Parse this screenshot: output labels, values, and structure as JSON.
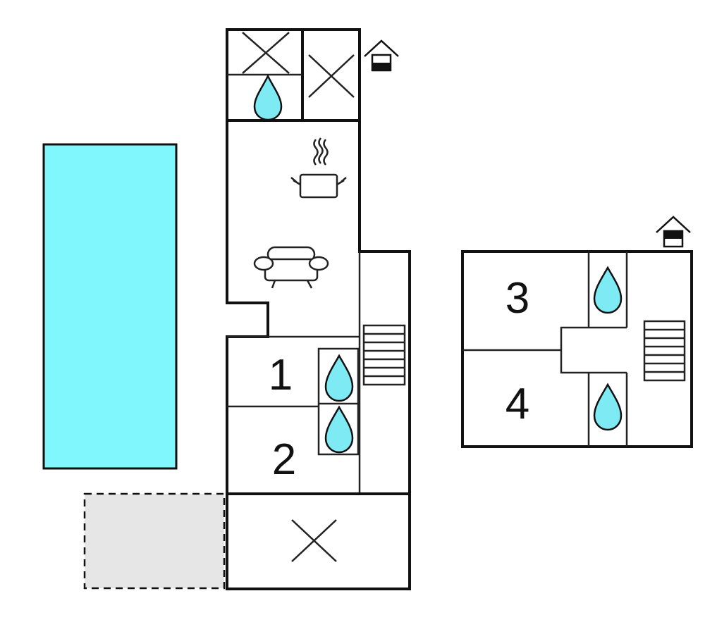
{
  "colors": {
    "pool": "#80f7fc",
    "water": "#7eeaf4",
    "terrace": "#e6e6e6",
    "wall": "#111111"
  },
  "rooms": {
    "bedroom_1": "1",
    "bedroom_2": "2",
    "bedroom_3": "3",
    "bedroom_4": "4"
  },
  "icons": [
    "entrance-icon",
    "stove-icon",
    "sofa-icon",
    "bathroom-icon",
    "stairs-icon",
    "unspecified-room-icon"
  ]
}
